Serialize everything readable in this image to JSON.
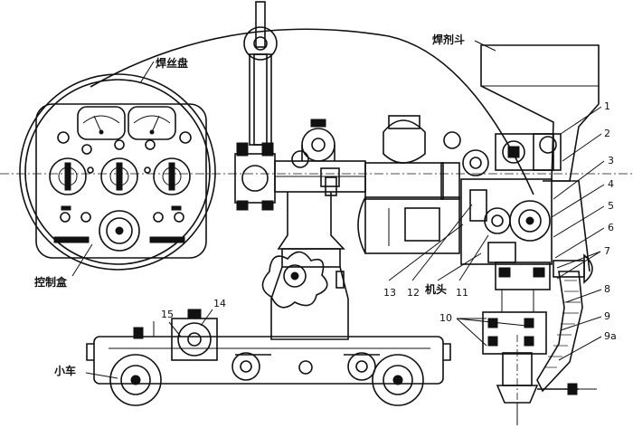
{
  "labels": {
    "flux_hopper": "焊剂斗",
    "wire_reel": "焊丝盘",
    "control_box": "控制盒",
    "machine_head": "机头",
    "trolley": "小车"
  },
  "numbers": {
    "n1": "1",
    "n2": "2",
    "n3": "3",
    "n4": "4",
    "n5": "5",
    "n6": "6",
    "n7": "7",
    "n8": "8",
    "n9": "9",
    "n9a": "9a",
    "n10": "10",
    "n11": "11",
    "n12": "12",
    "n13": "13",
    "n14": "14",
    "n15": "15"
  }
}
